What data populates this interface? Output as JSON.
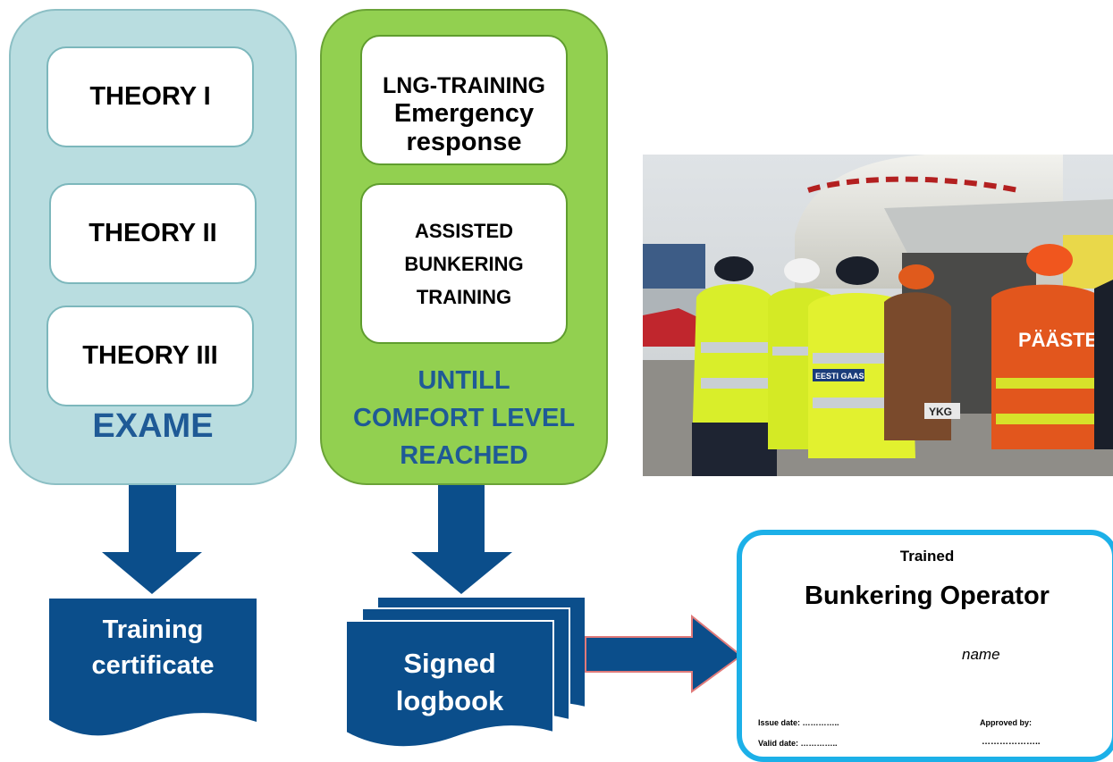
{
  "theory_panel": {
    "boxes": [
      "THEORY I",
      "THEORY II",
      "THEORY III"
    ],
    "caption": "EXAME"
  },
  "lng_panel": {
    "box1_line1": "LNG-TRAINING",
    "box1_line2": "Emergency",
    "box1_line3": "response",
    "box2_lines": [
      "ASSISTED",
      "BUNKERING",
      "TRAINING"
    ],
    "caption_lines": [
      "UNTILL",
      "COMFORT LEVEL",
      "REACHED"
    ]
  },
  "outputs": {
    "training_certificate": [
      "Training",
      "certificate"
    ],
    "signed_logbook": [
      "Signed",
      "logbook"
    ]
  },
  "photo": {
    "vest_text_1": "EESTI GAAS",
    "vest_text_2": "PÄÄSTE",
    "plate_text": "YKG"
  },
  "certificate": {
    "heading": "Trained",
    "title": "Bunkering Operator",
    "name": "name",
    "issue_label": "Issue date: …………..",
    "valid_label": "Valid date: …………..",
    "approved_label": "Approved by:",
    "approved_dots": "……………….."
  },
  "colors": {
    "theory_panel": "#b9dde0",
    "lng_panel": "#92d050",
    "arrow_blue": "#0b4e8b",
    "caption_blue": "#1f5a96",
    "cert_border": "#1cb0e8"
  }
}
